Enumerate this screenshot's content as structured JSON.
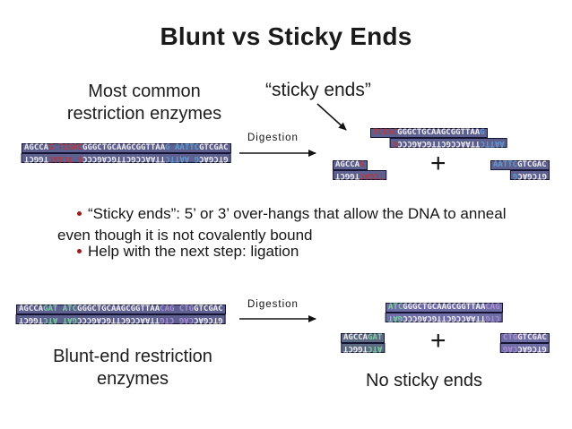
{
  "title": "Blunt vs Sticky Ends",
  "colors": {
    "white": "#f0eef2",
    "red": "#b03a42",
    "blue": "#5f9bd0",
    "green": "#7fcfa5",
    "purple": "#ab8fd6",
    "box_slate": "#5e6190",
    "box_purple": "#6f6da5",
    "box_steel": "#5d6b82",
    "bullet": "#9b1b1e",
    "text": "#1a1a1a"
  },
  "sticky": {
    "heading_line1": "Most common",
    "heading_line2": "restriction enzymes",
    "callout": "“sticky ends”",
    "digestion": "Digestion",
    "plus": "+",
    "duplex_top": [
      {
        "t": "AGCCA",
        "c": "white"
      },
      {
        "t": "G TCGAC",
        "c": "red"
      },
      {
        "t": "GGGCTGCAAGCGGTTAA",
        "c": "white"
      },
      {
        "t": "G AATTC",
        "c": "blue"
      },
      {
        "t": "GTCGAC",
        "c": "white"
      }
    ],
    "duplex_bottom": [
      {
        "t": "GTCGAC",
        "c": "white"
      },
      {
        "t": "G AATTC",
        "c": "blue"
      },
      {
        "t": "TTAACCGCTTGCAGCCC",
        "c": "white"
      },
      {
        "t": "G TCGAC",
        "c": "red"
      },
      {
        "t": "TGGCT",
        "c": "white"
      }
    ],
    "frag_left_top": [
      {
        "t": "AGCCA",
        "c": "white"
      },
      {
        "t": "G",
        "c": "red"
      }
    ],
    "frag_left_bottom": [
      {
        "t": "TCGAC",
        "c": "red"
      },
      {
        "t": "TGGCT",
        "c": "white"
      }
    ],
    "frag_mid_top": [
      {
        "t": "TCGAC",
        "c": "red"
      },
      {
        "t": "GGGCTGCAAGCGGTTAA",
        "c": "white"
      },
      {
        "t": "G",
        "c": "blue"
      }
    ],
    "frag_mid_bottom": [
      {
        "t": "AATTC",
        "c": "blue"
      },
      {
        "t": "TTAACCGCTTGCAGCCC",
        "c": "white"
      },
      {
        "t": "G",
        "c": "red"
      }
    ],
    "frag_right_top": [
      {
        "t": "AATTC",
        "c": "blue"
      },
      {
        "t": "GTCGAC",
        "c": "white"
      }
    ],
    "frag_right_bottom": [
      {
        "t": "GTCGAC",
        "c": "white"
      },
      {
        "t": "G",
        "c": "blue"
      }
    ]
  },
  "bullets": [
    "“Sticky ends”: 5’ or 3’ over-hangs that allow the DNA to anneal even though it is not covalently bound",
    "Help with the next step: ligation"
  ],
  "blunt": {
    "heading_line1": "Blunt-end restriction",
    "heading_line2": "enzymes",
    "no_sticky": "No sticky ends",
    "digestion": "Digestion",
    "plus": "+",
    "duplex_top": [
      {
        "t": "AGCCA",
        "c": "white"
      },
      {
        "t": "GAT ATC",
        "c": "green"
      },
      {
        "t": "GGGCTGCAAGCGGTTAA",
        "c": "white"
      },
      {
        "t": "CAG CTG",
        "c": "purple"
      },
      {
        "t": "GTCGAC",
        "c": "white"
      }
    ],
    "duplex_bottom": [
      {
        "t": "GTCGAC",
        "c": "white"
      },
      {
        "t": "CAG CTG",
        "c": "purple"
      },
      {
        "t": "TTAACCGCTTGCAGCCC",
        "c": "white"
      },
      {
        "t": "GAT ATC",
        "c": "green"
      },
      {
        "t": "TGGCT",
        "c": "white"
      }
    ],
    "frag_left_top": [
      {
        "t": "AGCCA",
        "c": "white"
      },
      {
        "t": "GAT",
        "c": "green"
      }
    ],
    "frag_left_bottom": [
      {
        "t": "ATC",
        "c": "green"
      },
      {
        "t": "TGGCT",
        "c": "white"
      }
    ],
    "frag_mid_top": [
      {
        "t": "ATC",
        "c": "green"
      },
      {
        "t": "GGGCTGCAAGCGGTTAA",
        "c": "white"
      },
      {
        "t": "CAG",
        "c": "purple"
      }
    ],
    "frag_mid_bottom": [
      {
        "t": "CTG",
        "c": "purple"
      },
      {
        "t": "TTAACCGCTTGCAGCCC",
        "c": "white"
      },
      {
        "t": "GAT",
        "c": "green"
      }
    ],
    "frag_right_top": [
      {
        "t": "CTG",
        "c": "purple"
      },
      {
        "t": "GTCGAC",
        "c": "white"
      }
    ],
    "frag_right_bottom": [
      {
        "t": "GTCGAC",
        "c": "white"
      },
      {
        "t": "CAG",
        "c": "purple"
      }
    ]
  }
}
